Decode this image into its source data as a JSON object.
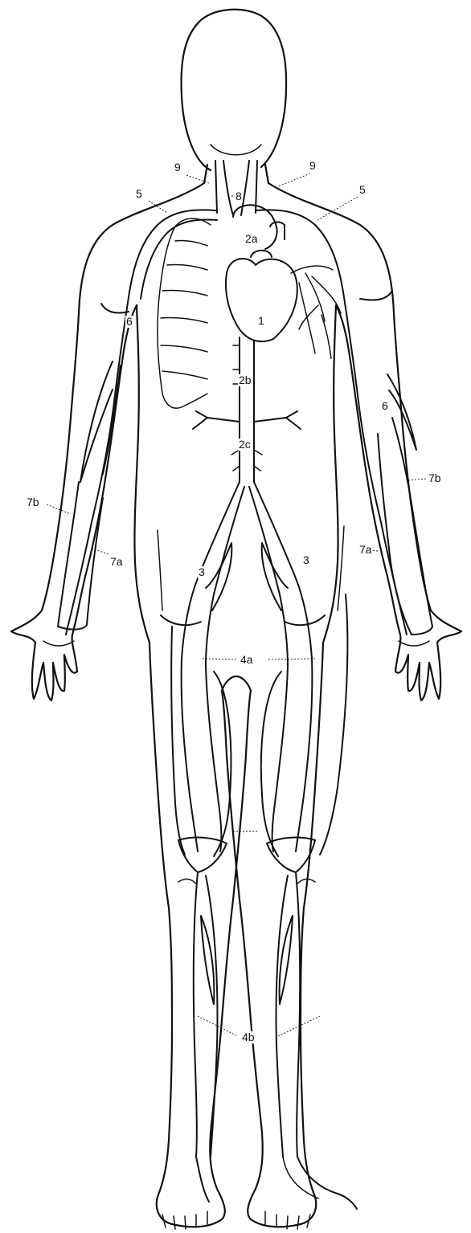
{
  "diagram": {
    "labels": {
      "l1": "1",
      "l2a": "2a",
      "l2b": "2b",
      "l2c": "2c",
      "l3": "3",
      "l4a": "4a",
      "l4b": "4b",
      "l5": "5",
      "l6": "6",
      "l7a": "7a",
      "l7b": "7b",
      "l8": "8",
      "l9": "9"
    }
  }
}
